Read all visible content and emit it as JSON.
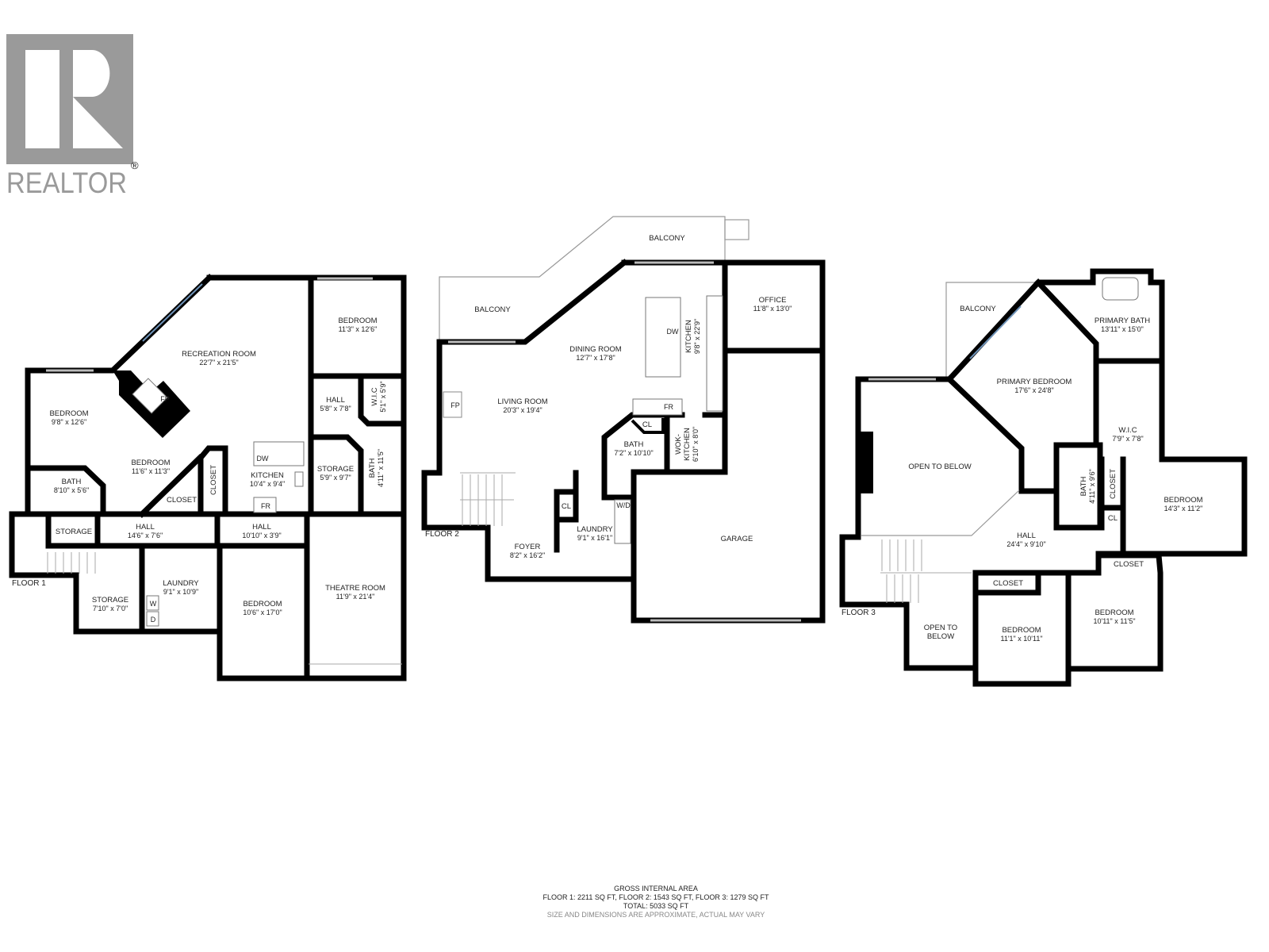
{
  "logo": {
    "text": "REALTOR",
    "mark": "®",
    "color": "#9a9a9a"
  },
  "floor1": {
    "label": "FLOOR 1",
    "rooms": [
      {
        "name": "RECREATION ROOM",
        "dims": "22'7\" x 21'5\""
      },
      {
        "name": "BEDROOM",
        "dims": "11'3\" x 12'6\""
      },
      {
        "name": "BEDROOM",
        "dims": "9'8\" x 12'6\""
      },
      {
        "name": "BEDROOM",
        "dims": "11'6\" x 11'3\""
      },
      {
        "name": "BATH",
        "dims": "8'10\" x 5'6\""
      },
      {
        "name": "CLOSET"
      },
      {
        "name": "CLOSET"
      },
      {
        "name": "KITCHEN",
        "dims": "10'4\" x 9'4\""
      },
      {
        "name": "HALL",
        "dims": "5'8\" x 7'8\""
      },
      {
        "name": "W.I.C",
        "dims": "5'1\" x 5'9\""
      },
      {
        "name": "STORAGE",
        "dims": "5'9\" x 9'7\""
      },
      {
        "name": "BATH",
        "dims": "4'11\" x 11'5\""
      },
      {
        "name": "STORAGE"
      },
      {
        "name": "HALL",
        "dims": "14'6\" x 7'6\""
      },
      {
        "name": "HALL",
        "dims": "10'10\" x 3'9\""
      },
      {
        "name": "LAUNDRY",
        "dims": "9'1\" x 10'9\""
      },
      {
        "name": "STORAGE",
        "dims": "7'10\" x 7'0\""
      },
      {
        "name": "BEDROOM",
        "dims": "10'6\" x 17'0\""
      },
      {
        "name": "THEATRE ROOM",
        "dims": "11'9\" x 21'4\""
      }
    ],
    "fixtures": {
      "fp": "FP",
      "dw": "DW",
      "fr": "FR",
      "w": "W",
      "d": "D"
    }
  },
  "floor2": {
    "label": "FLOOR 2",
    "rooms": [
      {
        "name": "BALCONY"
      },
      {
        "name": "BALCONY"
      },
      {
        "name": "DINING ROOM",
        "dims": "12'7\" x 17'8\""
      },
      {
        "name": "KITCHEN",
        "dims": "9'8\" x 22'9\""
      },
      {
        "name": "OFFICE",
        "dims": "11'8\" x 13'0\""
      },
      {
        "name": "LIVING ROOM",
        "dims": "20'3\" x 19'4\""
      },
      {
        "name": "CL"
      },
      {
        "name": "BATH",
        "dims": "7'2\" x 10'10\""
      },
      {
        "name": "WOK-",
        "dims": "KITCHEN",
        "extra": "6'10\" x 8'0\""
      },
      {
        "name": "CL"
      },
      {
        "name": "LAUNDRY",
        "dims": "9'1\" x 16'1\""
      },
      {
        "name": "FOYER",
        "dims": "8'2\" x 16'2\""
      },
      {
        "name": "GARAGE"
      }
    ],
    "fixtures": {
      "fp": "FP",
      "dw": "DW",
      "fr": "FR",
      "wd": "W/D"
    }
  },
  "floor3": {
    "label": "FLOOR 3",
    "rooms": [
      {
        "name": "BALCONY"
      },
      {
        "name": "PRIMARY BATH",
        "dims": "13'11\" x 15'0\""
      },
      {
        "name": "PRIMARY BEDROOM",
        "dims": "17'6\" x 24'8\""
      },
      {
        "name": "W.I.C",
        "dims": "7'9\" x 7'8\""
      },
      {
        "name": "OPEN TO BELOW"
      },
      {
        "name": "BATH",
        "dims": "4'11\" x 9'6\""
      },
      {
        "name": "CLOSET"
      },
      {
        "name": "CL"
      },
      {
        "name": "BEDROOM",
        "dims": "14'3\" x 11'2\""
      },
      {
        "name": "HALL",
        "dims": "24'4\" x 9'10\""
      },
      {
        "name": "CLOSET"
      },
      {
        "name": "CLOSET"
      },
      {
        "name": "BEDROOM",
        "dims": "10'11\" x 11'5\""
      },
      {
        "name": "BEDROOM",
        "dims": "11'1\" x 10'11\""
      },
      {
        "name": "OPEN TO",
        "dims": "BELOW"
      }
    ]
  },
  "footer": {
    "title": "GROSS INTERNAL AREA",
    "floors": "FLOOR 1: 2211 SQ FT, FLOOR 2: 1543 SQ FT, FLOOR 3: 1279 SQ FT",
    "total": "TOTAL: 5033 SQ FT",
    "disclaimer": "SIZE AND DIMENSIONS ARE APPROXIMATE, ACTUAL MAY VARY"
  }
}
